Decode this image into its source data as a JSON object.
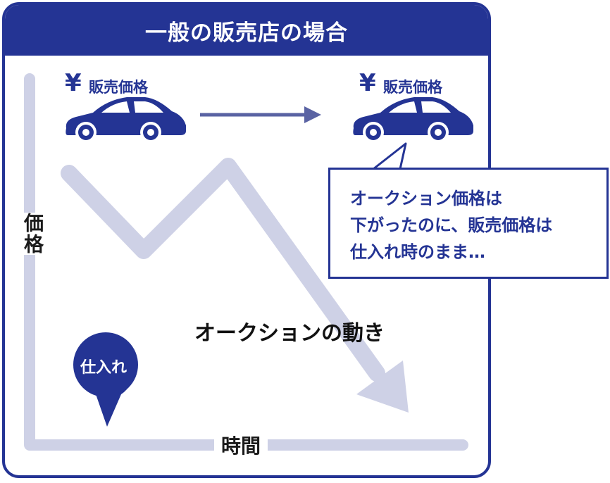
{
  "header": {
    "title": "一般の販売店の場合"
  },
  "cars": [
    {
      "yen": "¥",
      "label": "販売価格"
    },
    {
      "yen": "¥",
      "label": "販売価格"
    }
  ],
  "axes": {
    "y_label": "価格",
    "x_label": "時間"
  },
  "motion_label": "オークションの動き",
  "pin": {
    "label": "仕入れ"
  },
  "bubble": {
    "lines": [
      "オークション価格は",
      "下がったのに、販売価格は",
      "仕入れ時のまま…"
    ]
  },
  "colors": {
    "navy": "#243494",
    "light_track": "#ced1e6",
    "arrow": "#5a63a3"
  }
}
